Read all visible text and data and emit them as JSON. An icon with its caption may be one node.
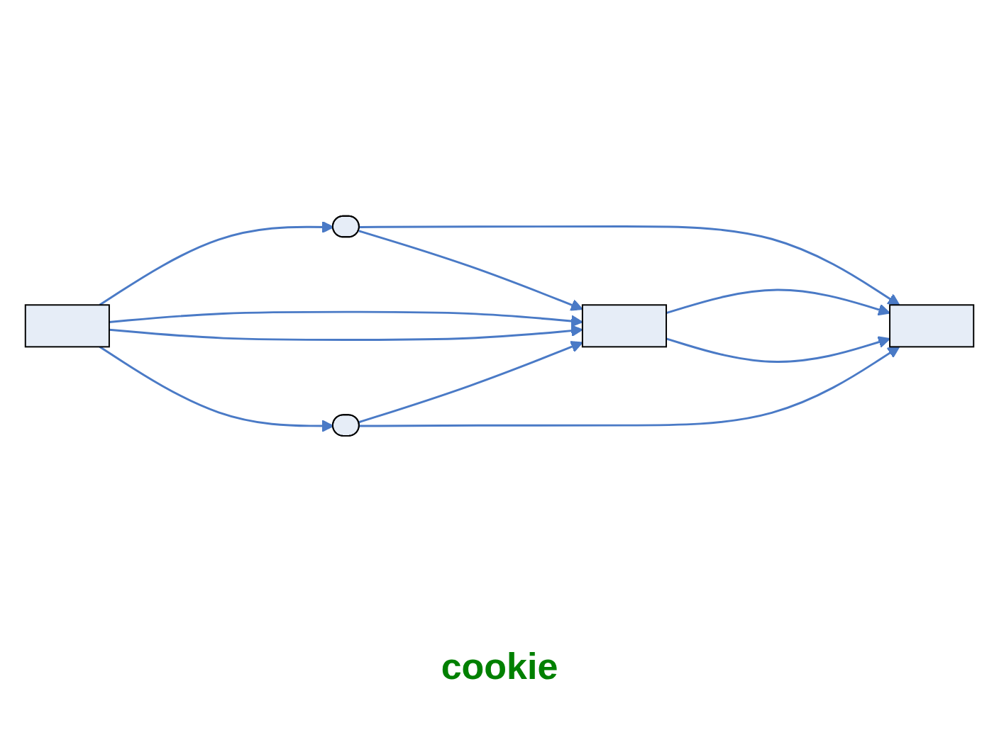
{
  "diagram": {
    "nodes": [
      {
        "text": [],
        "shape": "ellipse"
      },
      {
        "text": [],
        "shape": "box"
      },
      {
        "text": [],
        "shape": "box"
      },
      {
        "text": [],
        "shape": "box"
      },
      {
        "text": [],
        "shape": "ellipse"
      }
    ],
    "edges": [
      {
        "from": 1,
        "to": 0,
        "arrow": "to"
      },
      {
        "from": 0,
        "to": 2,
        "arrow": "to"
      },
      {
        "from": 0,
        "to": 3,
        "arrow": "to"
      },
      {
        "from": 1,
        "to": 2,
        "arrow": "to"
      },
      {
        "from": 1,
        "to": 2,
        "arrow": "to"
      },
      {
        "from": 2,
        "to": 3,
        "arrow": "to"
      },
      {
        "from": 2,
        "to": 3,
        "arrow": "to"
      },
      {
        "from": 1,
        "to": 4,
        "arrow": "to"
      },
      {
        "from": 4,
        "to": 2,
        "arrow": "to"
      },
      {
        "from": 4,
        "to": 3,
        "arrow": "to"
      }
    ],
    "labels": [
      "cookie"
    ]
  }
}
